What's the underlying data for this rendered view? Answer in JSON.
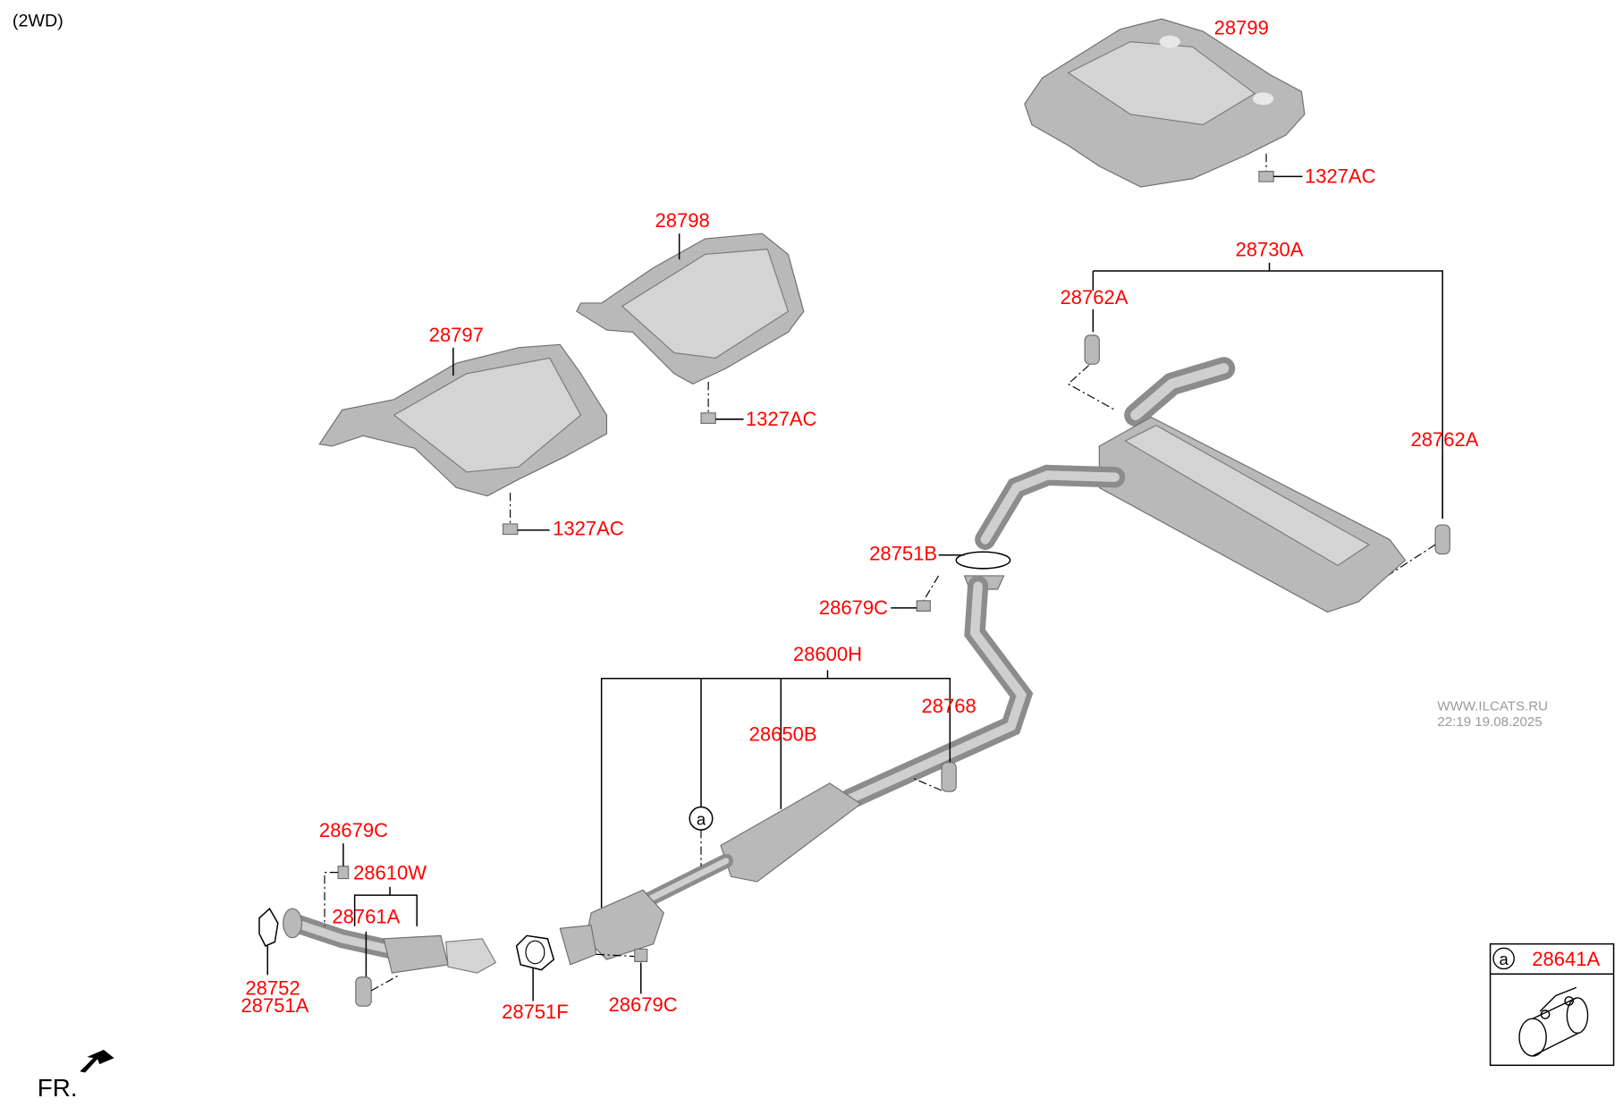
{
  "header": {
    "variant": "(2WD)"
  },
  "labels": {
    "p28799": "28799",
    "p1327ac_a": "1327AC",
    "p28798": "28798",
    "p28730a": "28730A",
    "p28762a_a": "28762A",
    "p28797": "28797",
    "p1327ac_b": "1327AC",
    "p28762a_b": "28762A",
    "p1327ac_c": "1327AC",
    "p28751b": "28751B",
    "p28679c_a": "28679C",
    "p28600h": "28600H",
    "p28768": "28768",
    "p28650b": "28650B",
    "p28679c_b": "28679C",
    "p28610w": "28610W",
    "p28761a": "28761A",
    "p28752": "28752",
    "p28751a": "28751A",
    "p28751f": "28751F",
    "p28679c_c": "28679C"
  },
  "callout": {
    "marker": "a",
    "part": "28641A"
  },
  "watermark": {
    "site": "WWW.ILCATS.RU",
    "timestamp": "22:19 19.08.2025"
  },
  "direction": {
    "label": "FR."
  },
  "colors": {
    "label": "#ff0000",
    "part": "#b9b9b9"
  }
}
